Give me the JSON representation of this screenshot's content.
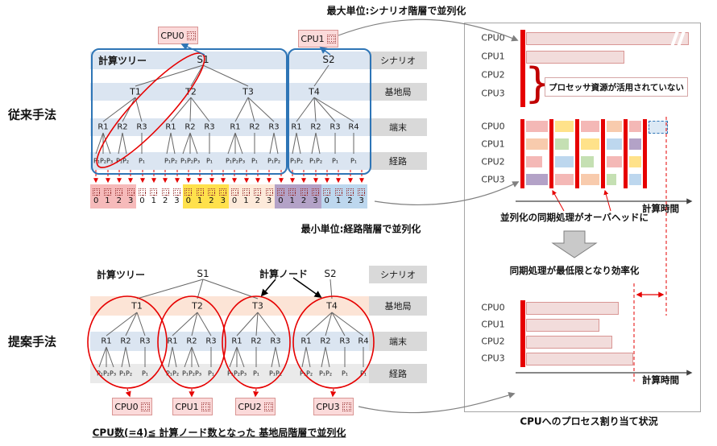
{
  "captions": {
    "top": "最大単位:シナリオ階層で並列化",
    "mid": "最小単位:経路階層で並列化",
    "bottom": "CPU数(=4)≦ 計算ノード数となった 基地局階層で並列化",
    "right_box_caption": "CPUへのプロセス割り当て状況"
  },
  "methods": {
    "conventional": "従来手法",
    "proposed": "提案手法"
  },
  "row_labels": [
    "シナリオ",
    "基地局",
    "端末",
    "経路"
  ],
  "top_tree": {
    "title": "計算ツリー",
    "scenarios": [
      "S1",
      "S2"
    ],
    "bases": [
      "T1",
      "T2",
      "T3",
      "T4"
    ],
    "terminals": [
      [
        "R1",
        "R2",
        "R3"
      ],
      [
        "R1",
        "R2",
        "R3"
      ],
      [
        "R1",
        "R2",
        "R3"
      ],
      [
        "R1",
        "R2",
        "R3",
        "R4"
      ]
    ],
    "paths": [
      [
        "P₁P₂P₃",
        "P₁P₂",
        "P₁"
      ],
      [
        "P₁P₂",
        "P₁P₂P₃",
        "P₁"
      ],
      [
        "P₁P₂P₃",
        "P₁",
        "P₁P₂"
      ],
      [
        "P₁P₂",
        "P₁P₂",
        "P₁",
        "P₁"
      ]
    ],
    "cpu_boxes": [
      "CPU0",
      "CPU1"
    ],
    "assign_cells": [
      "0",
      "1",
      "2",
      "3",
      "0",
      "1",
      "2",
      "3",
      "0",
      "1",
      "2",
      "3",
      "0",
      "1",
      "2",
      "3",
      "0",
      "1",
      "2",
      "3",
      "0",
      "1",
      "2",
      "3"
    ]
  },
  "bottom_tree": {
    "title": "計算ツリー",
    "compute_node_label": "計算ノード",
    "scenarios": [
      "S1",
      "S2"
    ],
    "bases": [
      "T1",
      "T2",
      "T3",
      "T4"
    ],
    "terminals": [
      [
        "R1",
        "R2",
        "R3"
      ],
      [
        "R1",
        "R2",
        "R3"
      ],
      [
        "R1",
        "R2",
        "R3"
      ],
      [
        "R1",
        "R2",
        "R3",
        "R4"
      ]
    ],
    "paths": [
      [
        "P₁P₂P₃",
        "P₁P₂",
        "P₁"
      ],
      [
        "P₁P₂",
        "P₁P₂P₃",
        "P₁"
      ],
      [
        "P₁P₂P₃",
        "P₁",
        "P₁P₂"
      ],
      [
        "P₁P₂",
        "P₁P₂",
        "P₁",
        "P₁"
      ]
    ],
    "cpu_boxes": [
      "CPU0",
      "CPU1",
      "CPU2",
      "CPU3"
    ]
  },
  "right_panel": {
    "charts": [
      {
        "rows": [
          "CPU0",
          "CPU1",
          "CPU2",
          "CPU3"
        ]
      },
      {
        "rows": [
          "CPU0",
          "CPU1",
          "CPU2",
          "CPU3"
        ],
        "axis_label": "計算時間"
      },
      {
        "rows": [
          "CPU0",
          "CPU1",
          "CPU2",
          "CPU3"
        ],
        "axis_label": "計算時間"
      }
    ],
    "callout": "プロセッサ資源が活用されていない",
    "overhead_label": "並列化の同期処理がオーバヘッドに",
    "efficiency_label": "同期処理が最低限となり効率化"
  }
}
